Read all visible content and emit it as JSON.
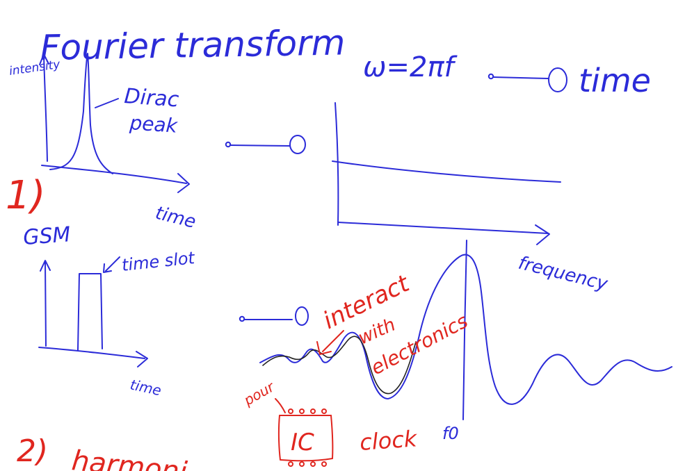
{
  "colors": {
    "blue_ink": "#2b2bd8",
    "red_ink": "#e0261f",
    "black_ink": "#222222",
    "background": "#ffffff"
  },
  "notes": {
    "title": "Fourier transform",
    "formula": "ω=2πf",
    "time_label_top": "time",
    "section_1_number": "1)",
    "section_1_name": "GSM",
    "section_2_number": "2)",
    "section_2_name": "harmoni...",
    "intensity_label": "intensity",
    "dirac_label_line1": "Dirac",
    "dirac_label_line2": "peak",
    "time_label_plot1": "time",
    "time_slot_label": "time slot",
    "time_label_plot2": "time",
    "frequency_label": "frequency",
    "f0_label": "f0",
    "interact_line1": "interact",
    "interact_line2": "with",
    "interact_line3": "electronics",
    "power_label": "pour",
    "ic_label": "IC",
    "clock_label": "clock"
  },
  "icons": {
    "magnet_1": "ball-stick-magnet-icon",
    "magnet_2": "ball-stick-magnet-icon",
    "magnet_3": "ball-stick-magnet-icon",
    "chip": "integrated-circuit-icon"
  }
}
